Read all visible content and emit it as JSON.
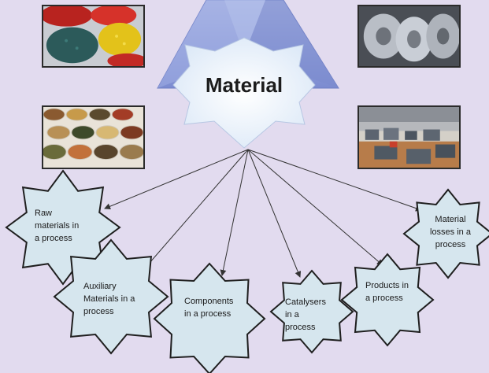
{
  "diagram": {
    "title": "Material",
    "nodes": [
      {
        "id": "raw",
        "label": "Raw\nmaterials in\na process"
      },
      {
        "id": "aux",
        "label": "Auxiliary\nMaterials in a\nprocess"
      },
      {
        "id": "comp",
        "label": "Components\nin a process"
      },
      {
        "id": "cat",
        "label": "Catalysers\nin a\nprocess"
      },
      {
        "id": "prod",
        "label": "Products in\na process"
      },
      {
        "id": "loss",
        "label": "Material\nlosses in a\nprocess"
      }
    ]
  },
  "photos": [
    {
      "id": "plastic-granules",
      "icon": "plastic-granules-photo"
    },
    {
      "id": "steel-coils",
      "icon": "steel-coils-photo"
    },
    {
      "id": "spices-bowls",
      "icon": "spice-bowls-photo"
    },
    {
      "id": "warehouse",
      "icon": "warehouse-photo"
    }
  ],
  "colors": {
    "background": "#e2dbef",
    "star_fill": "#d6e6ee",
    "star_stroke": "#1f1f1f",
    "pyramid": "#8e9fd8",
    "title_star": "#eaf1fb"
  }
}
